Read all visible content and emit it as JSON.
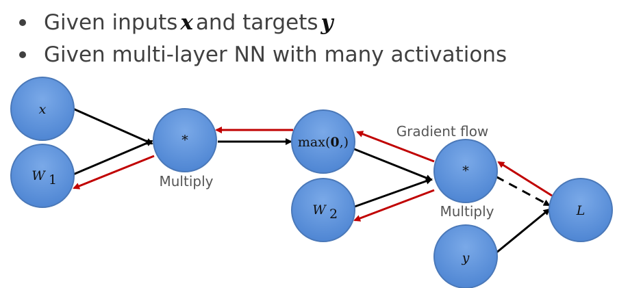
{
  "bullets": [
    {
      "text_before": "Given inputs ",
      "var1": "x",
      "text_mid": " and targets ",
      "var2": "y"
    },
    {
      "text": "Given multi-layer NN with many activations"
    }
  ],
  "nodes": {
    "x": "x",
    "w1": "W",
    "w1_sub": "1",
    "mul1": "*",
    "max_pre": "max(",
    "max_zero": "0",
    "max_post": ",)",
    "w2": "W",
    "w2_sub": "2",
    "mul2": "*",
    "y": "y",
    "loss": "L"
  },
  "captions": {
    "multiply1": "Multiply",
    "multiply2": "Multiply",
    "gradient_flow": "Gradient flow"
  },
  "colors": {
    "node_fill": "#5b8fd9",
    "node_stroke": "#4a78b8",
    "forward_arrow": "#000000",
    "backward_arrow": "#c00000"
  }
}
